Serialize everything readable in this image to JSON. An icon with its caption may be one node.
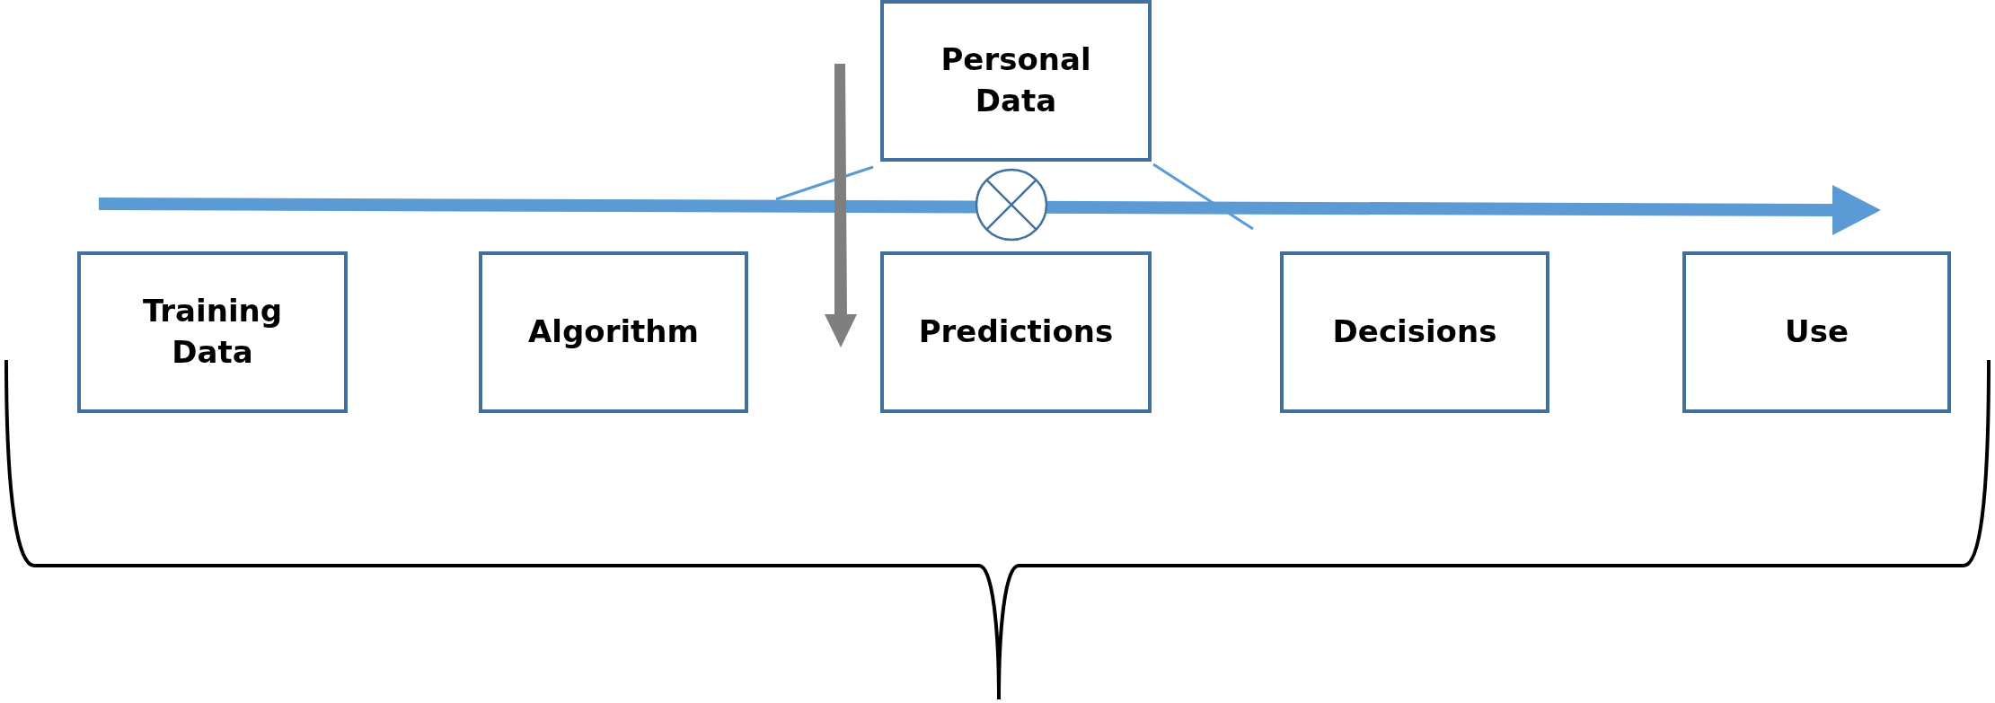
{
  "diagram": {
    "nodes": [
      {
        "text": [
          "Personal Data"
        ]
      },
      {
        "text": [],
        "shape": "circle"
      },
      {
        "text": [
          "Training Data"
        ]
      },
      {
        "text": [
          "Algorithm"
        ]
      },
      {
        "text": [
          "Predictions"
        ]
      },
      {
        "text": [
          "Decisions"
        ]
      },
      {
        "text": [
          "Use"
        ]
      }
    ],
    "edges": []
  }
}
